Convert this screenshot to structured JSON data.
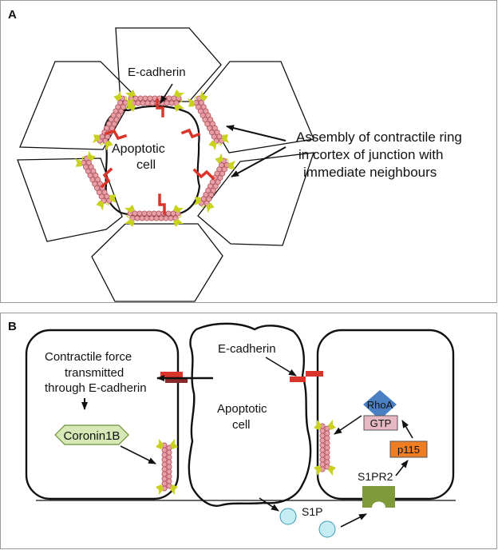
{
  "panel_a": {
    "label": "A",
    "ecadherin_label": "E-cadherin",
    "apoptotic_line1": "Apoptotic",
    "apoptotic_line2": "cell",
    "annotation_line1": "Assembly of contractile ring",
    "annotation_line2": "in cortex of junction with",
    "annotation_line3": "immediate neighbours"
  },
  "panel_b": {
    "label": "B",
    "force_line1": "Contractile force",
    "force_line2": "transmitted",
    "force_line3": "through E-cadherin",
    "coronin_label": "Coronin1B",
    "ecadherin_label": "E-cadherin",
    "apoptotic_line1": "Apoptotic",
    "apoptotic_line2": "cell",
    "rhoa_label": "RhoA",
    "gtp_label": "GTP",
    "p115_label": "p115",
    "s1pr2_label": "S1PR2",
    "s1p_label": "S1P"
  },
  "colors": {
    "cadherin_red": "#d9352a",
    "actin_pink": "#e8a0a8",
    "myosin_yellow": "#c9d21e",
    "coronin_green": "#d5e8b5",
    "rhoa_blue": "#4a7fc4",
    "gtp_pink": "#e6b8c4",
    "p115_orange": "#ef7d22",
    "receptor_green": "#7f9a3a",
    "s1p_cyan": "#c5ecf3"
  }
}
